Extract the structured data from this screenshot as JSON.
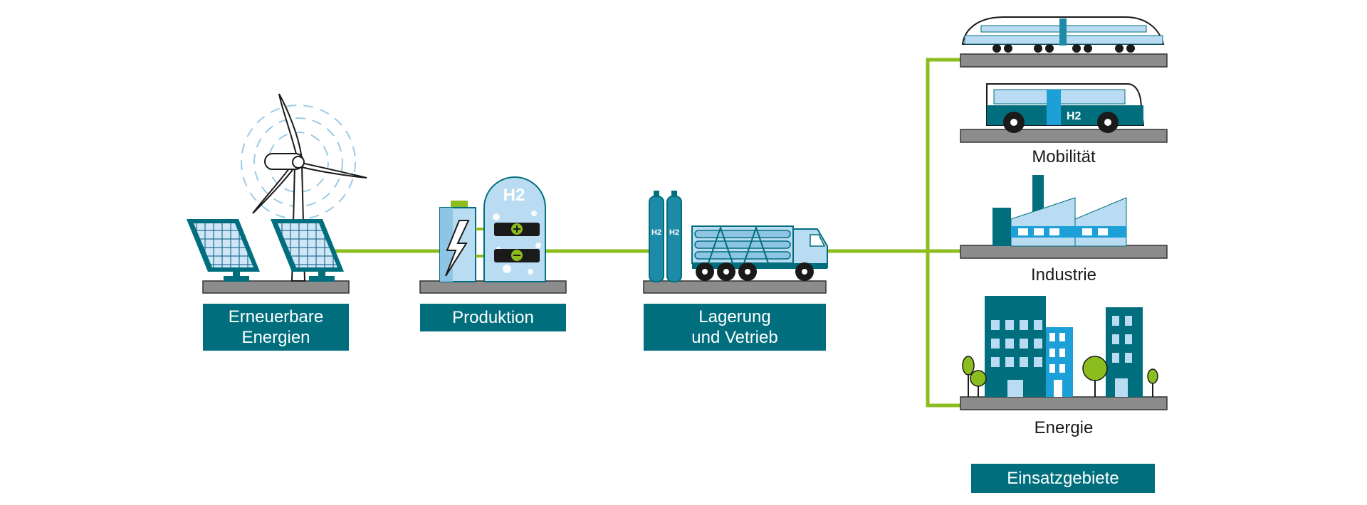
{
  "colors": {
    "teal": "#006e7d",
    "light_blue": "#b9dcf2",
    "bright_blue": "#1d9fd8",
    "green_line": "#8cbd1f",
    "gray_platform": "#8c8c8c",
    "dark": "#1a1a1a"
  },
  "stages": {
    "renewables": "Erneuerbare\nEnergien",
    "production": "Produktion",
    "storage": "Lagerung\nund Vetrieb",
    "applications": "Einsatzgebiete"
  },
  "applications": {
    "mobility": "Mobilität",
    "industry": "Industrie",
    "energy": "Energie"
  },
  "icon_text": {
    "h2": "H2"
  },
  "icons": [
    "solar-panel-icon",
    "wind-turbine-icon",
    "battery-icon",
    "electrolyzer-tank-icon",
    "gas-cylinder-icon",
    "tank-truck-icon",
    "train-icon",
    "bus-icon",
    "factory-icon",
    "city-buildings-icon",
    "tree-icon"
  ]
}
